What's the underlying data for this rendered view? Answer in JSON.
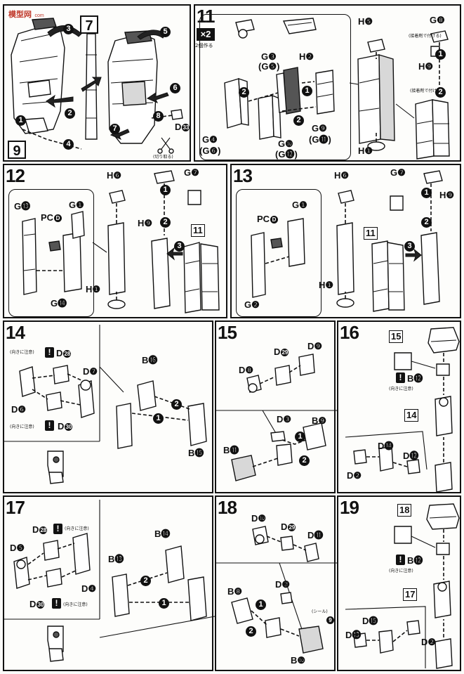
{
  "logo": {
    "text": "模型网",
    "sub": "com"
  },
  "steps": {
    "s7": "7",
    "s9": "9",
    "s11": "11",
    "s12": "12",
    "s13": "13",
    "s14": "14",
    "s15": "15",
    "s16": "16",
    "s17": "17",
    "s18": "18",
    "s19": "19"
  },
  "step11": {
    "multiplier": "×2",
    "make_two": "2個作る",
    "labels": {
      "g3": "G❸",
      "g5": "(G❺)",
      "h2": "H❷",
      "h5": "H❺",
      "g8": "G❽",
      "h9": "H❾",
      "g4": "G❹",
      "g6": "(G❻)",
      "g10": "G❿",
      "g12": "(G⓬)",
      "g9": "G❾",
      "g11": "(G⓫)",
      "h1": "H❶",
      "h1b": "H❶"
    },
    "notes": {
      "n1": "(接着剤で付ける)",
      "n2": "(接着剤で付ける)"
    }
  },
  "step7": {
    "d": "D",
    "d_num": "33",
    "cut_note": "(切り取る)"
  },
  "step12": {
    "labels": {
      "h6": "H❻",
      "g7": "G❼",
      "g13": "G⓭",
      "pc": "PC",
      "g1": "G❶",
      "h9": "H❾",
      "h1": "H❶",
      "g14": "G⓮",
      "ref11": "11"
    }
  },
  "step13": {
    "labels": {
      "h6": "H❻",
      "g7": "G❼",
      "pc": "PC",
      "g1": "G❶",
      "h9": "H❾",
      "h1": "H❶",
      "g2": "G❷",
      "ref11": "11"
    }
  },
  "step14": {
    "labels": {
      "d28": "D",
      "d28n": "28",
      "d7": "D❼",
      "d6": "D❻",
      "d30": "D",
      "d30n": "30",
      "b16": "B⓰",
      "b15": "B⓯"
    },
    "notes": {
      "orient1": "(向きに注意)",
      "orient2": "(向きに注意)"
    }
  },
  "step15": {
    "labels": {
      "d29": "D",
      "d29n": "29",
      "d9": "D❾",
      "d8": "D❽",
      "d3": "D❸",
      "b9": "B❾",
      "b11": "B⓫"
    }
  },
  "step16": {
    "labels": {
      "ref15": "15",
      "b12": "B⓬",
      "ref14": "14",
      "d14": "D⓮",
      "d12": "D⓬",
      "d2": "D❷"
    },
    "notes": {
      "orient": "(向きに注意)"
    }
  },
  "step17": {
    "labels": {
      "d28": "D",
      "d28n": "28",
      "d5": "D❺",
      "d4": "D❹",
      "d30": "D",
      "d30n": "30",
      "b14": "B⓮",
      "b13": "B⓭"
    },
    "notes": {
      "orient1": "(向きに注意)",
      "orient2": "(向きに注意)"
    }
  },
  "step18": {
    "labels": {
      "d10": "D❿",
      "d29": "D",
      "d29n": "29",
      "d11": "D⓫",
      "b8": "B❽",
      "d3": "D❸",
      "b10": "B❿",
      "seal": "(シール)",
      "seal_n": "9"
    }
  },
  "step19": {
    "labels": {
      "ref18": "18",
      "b12": "B⓬",
      "ref17": "17",
      "d15": "D⓯",
      "d13": "D⓭",
      "d2": "D❷"
    },
    "notes": {
      "orient": "(向きに注意)"
    }
  },
  "arrow_numbers": {
    "one": "1",
    "two": "2",
    "three": "3",
    "four": "4",
    "five": "5",
    "six": "6",
    "seven": "7",
    "eight": "8"
  },
  "warn_glyph": "!"
}
